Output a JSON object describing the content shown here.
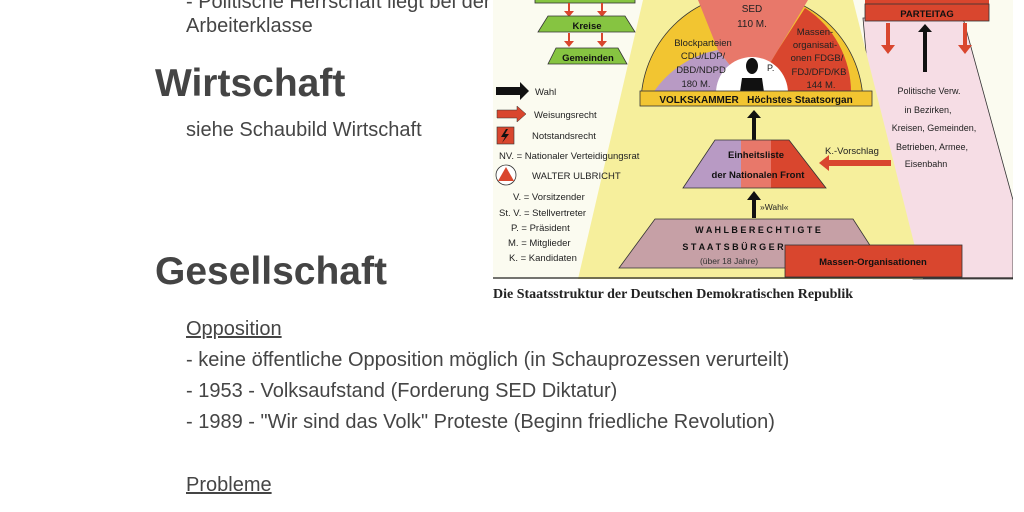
{
  "intro": {
    "line1": "- Politische Herrschaft liegt bei der",
    "line2": "Arbeiterklasse"
  },
  "wirtschaft": {
    "heading": "Wirtschaft",
    "text": "siehe Schaubild Wirtschaft"
  },
  "gesellschaft": {
    "heading": "Gesellschaft",
    "opposition": {
      "title": "Opposition",
      "items": [
        "- keine öffentliche Opposition möglich (in Schauprozessen verurteilt)",
        "- 1953 - Volksaufstand (Forderung SED Diktatur)",
        "- 1989 - \"Wir sind das Volk\" Proteste (Beginn friedliche Revolution)"
      ]
    },
    "probleme": {
      "title": "Probleme"
    }
  },
  "diagram": {
    "caption": "Die Staatsstruktur der Deutschen Demokratischen Republik",
    "kreise": "Kreise",
    "gemeinden": "Gemeinden",
    "legend": {
      "wahl": "Wahl",
      "weisungsrecht": "Weisungsrecht",
      "notstandsrecht": "Notstandsrecht",
      "nv": "NV. = Nationaler Verteidigungsrat",
      "ulbricht": "WALTER ULBRICHT",
      "v": "V. = Vorsitzender",
      "stv": "St. V. = Stellvertreter",
      "p": "P. = Präsident",
      "m": "M. = Mitglieder",
      "k": "K. = Kandidaten"
    },
    "sed": [
      "SED",
      "110 M."
    ],
    "block": [
      "Blockparteien",
      "CDU/LDP/",
      "DBD/NDPD",
      "180 M."
    ],
    "massen": [
      "Massen-",
      "organisati-",
      "onen FDGB/",
      "FDJ/DFD/KB",
      "144 M."
    ],
    "praesident": "P.",
    "volkskammer": "VOLKSKAMMER   Höchstes Staatsorgan",
    "einheitsliste": [
      "Einheitsliste",
      "der Nationalen Front"
    ],
    "kvorschlag": "K.-Vorschlag",
    "wahl_quote": "»Wahl«",
    "wahlberechtigte": [
      "W A H L B E R E C H T I G T E",
      "S T A A T S B Ü R G E R",
      "(über 18 Jahre)"
    ],
    "massenorg": "Massen-Organisationen",
    "parteitag": "PARTEITAG",
    "politische": [
      "Politische Verw.",
      "in Bezirken,",
      "Kreisen, Gemeinden,",
      "Betrieben, Armee,",
      "Eisenbahn"
    ],
    "colors": {
      "yellow": "#f6ef9c",
      "gold": "#f2c531",
      "purple": "#b89ac4",
      "salmon": "#e8786a",
      "red": "#d9462e",
      "green": "#86c441",
      "pink": "#f6dde5",
      "mauve": "#c6a0a6"
    }
  }
}
